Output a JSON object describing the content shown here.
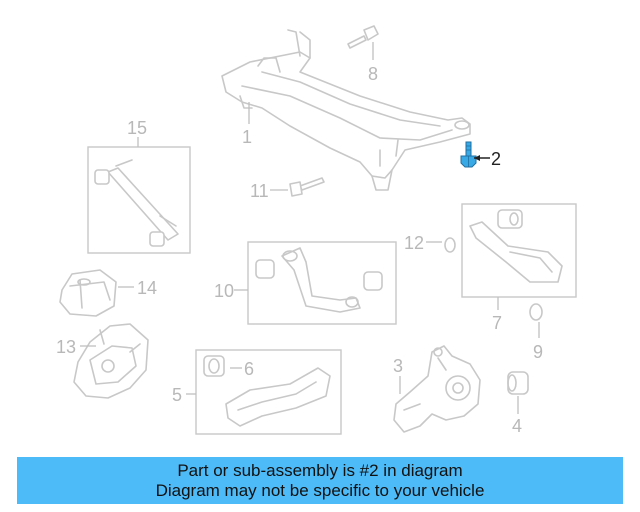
{
  "colors": {
    "banner_bg": "#4dbbf7",
    "highlight_part": "#39a9e6",
    "faded_part": "#c8c8c8",
    "callout_text": "#b8b8b8",
    "highlight_text": "#222222"
  },
  "callouts": {
    "c1": "1",
    "c2": "2",
    "c3": "3",
    "c4": "4",
    "c5": "5",
    "c6": "6",
    "c7": "7",
    "c8": "8",
    "c9": "9",
    "c10": "10",
    "c11": "11",
    "c12": "12",
    "c13": "13",
    "c14": "14",
    "c15": "15"
  },
  "highlighted_part": "2",
  "banner": {
    "line1": "Part or sub-assembly is #2 in diagram",
    "line2": "Diagram may not be specific to your vehicle"
  }
}
